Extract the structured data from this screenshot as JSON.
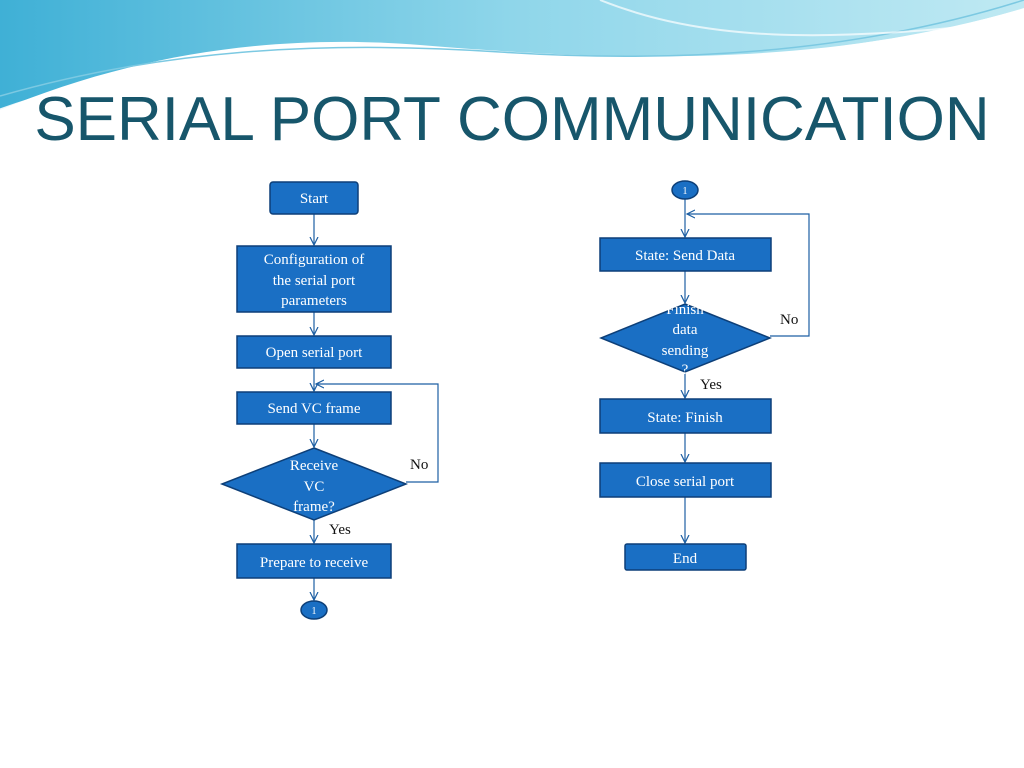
{
  "slide": {
    "title": "SERIAL PORT COMMUNICATION"
  },
  "colors": {
    "node_fill": "#1a6fc4",
    "node_stroke": "#0d3f78",
    "connector": "#1d5fa3",
    "title": "#17566b"
  },
  "flowchart": {
    "left": {
      "start": "Start",
      "config": [
        "Configuration of",
        "the serial port",
        "parameters"
      ],
      "open": "Open serial port",
      "send_vc": "Send VC frame",
      "decision": [
        "Receive",
        "VC",
        "frame?"
      ],
      "decision_no": "No",
      "decision_yes": "Yes",
      "prepare": "Prepare to receive",
      "connector": "1"
    },
    "right": {
      "connector": "1",
      "send_data": "State: Send Data",
      "decision": [
        "Finish",
        "data",
        "sending",
        "?"
      ],
      "decision_no": "No",
      "decision_yes": "Yes",
      "finish": "State: Finish",
      "close": "Close serial port",
      "end": "End"
    }
  }
}
